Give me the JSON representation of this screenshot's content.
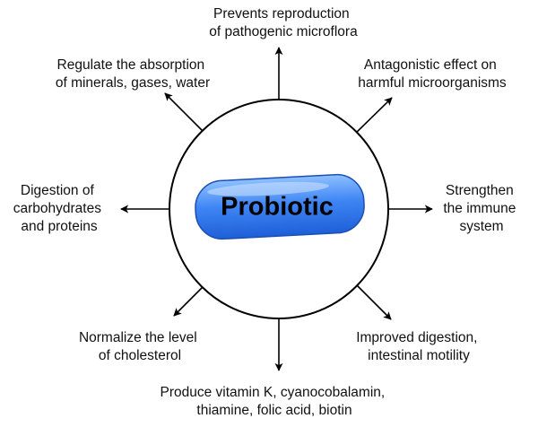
{
  "center": {
    "label": "Probiotic"
  },
  "effects": {
    "top": [
      "Prevents reproduction",
      "of pathogenic microflora"
    ],
    "top_right": [
      "Antagonistic effect on",
      "harmful microorganisms"
    ],
    "right": [
      "Strengthen",
      "the immune",
      "system"
    ],
    "bottom_right": [
      "Improved digestion,",
      "intestinal motility"
    ],
    "bottom": [
      "Produce vitamin K, cyanocobalamin,",
      "thiamine, folic acid, biotin"
    ],
    "bottom_left": [
      "Normalize the level",
      "of cholesterol"
    ],
    "left": [
      "Digestion of",
      "carbohydrates",
      "and proteins"
    ],
    "top_left": [
      "Regulate the absorption",
      "of minerals, gases, water"
    ]
  },
  "colors": {
    "pill_light": "#8fc0ff",
    "pill_mid": "#3f86f4",
    "pill_dark": "#1e5fd8",
    "stroke": "#000000"
  }
}
